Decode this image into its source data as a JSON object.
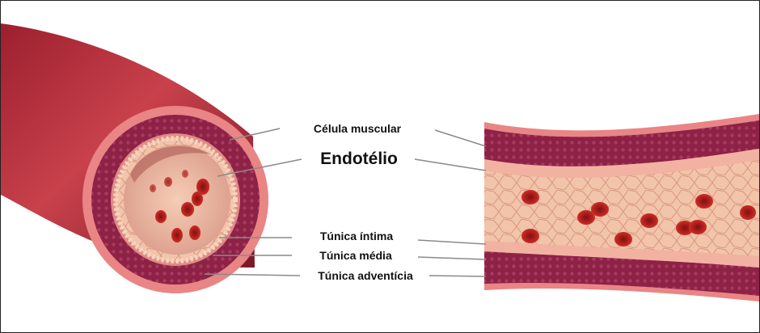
{
  "labels": {
    "muscle_cell": "Célula muscular",
    "endothelium": "Endotélio",
    "tunica_intima": "Túnica íntima",
    "tunica_media": "Túnica média",
    "tunica_adventitia": "Túnica adventícia"
  },
  "colors": {
    "vessel_outer": "#b8323d",
    "vessel_shadow": "#7a1826",
    "adventitia": "#e77f80",
    "media": "#8d2146",
    "intima": "#f4b6a0",
    "lumen": "#f0c0a8",
    "blood_cell": "#b2211f",
    "leader_line": "#8a8a8a"
  }
}
